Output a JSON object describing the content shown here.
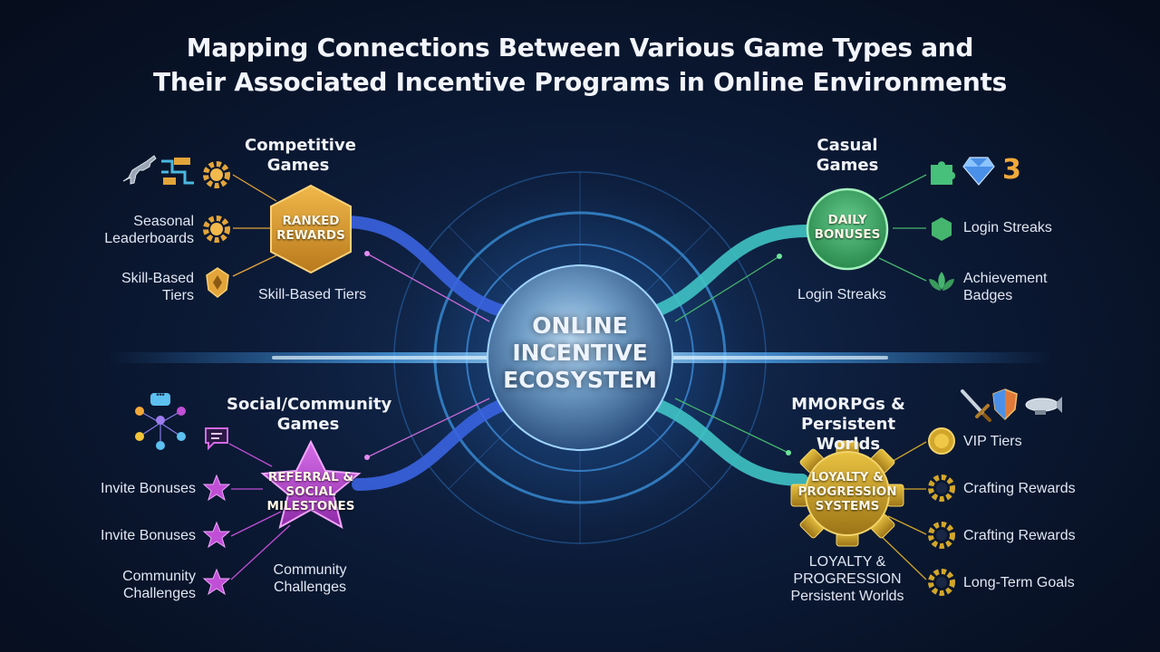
{
  "title": {
    "line1": "Mapping Connections Between Various Game Types and",
    "line2": "Their Associated Incentive Programs in Online Environments"
  },
  "hub": {
    "label": "ONLINE INCENTIVE ECOSYSTEM"
  },
  "competitive": {
    "heading": "Competitive Games",
    "node": "RANKED REWARDS",
    "items": [
      "Seasonal Leaderboards",
      "Skill-Based Tiers"
    ],
    "inner_label": "Skill-Based Tiers",
    "color": "#e3a53a"
  },
  "casual": {
    "heading": "Casual Games",
    "node": "DAILY BONUSES",
    "items": [
      "Login Streaks",
      "Achievement Badges"
    ],
    "inner_label": "Login Streaks",
    "badge": "3",
    "color": "#46b56e"
  },
  "social": {
    "heading": "Social/Community Games",
    "node": "REFERRAL & SOCIAL MILESTONES",
    "items": [
      "Invite Bonuses",
      "Invite Bonuses",
      "Community Challenges"
    ],
    "inner_label": "Community Challenges",
    "chat_text": "***",
    "color": "#c04fd6"
  },
  "mmo": {
    "heading": "MMORPGs & Persistent Worlds",
    "node": "LOYALTY & PROGRESSION SYSTEMS",
    "items": [
      "VIP Tiers",
      "Crafting Rewards",
      "Crafting Rewards",
      "Long-Term Goals"
    ],
    "inner_label": "LOYALTY & PROGRESSION Persistent Worlds",
    "color": "#d2a62a"
  }
}
